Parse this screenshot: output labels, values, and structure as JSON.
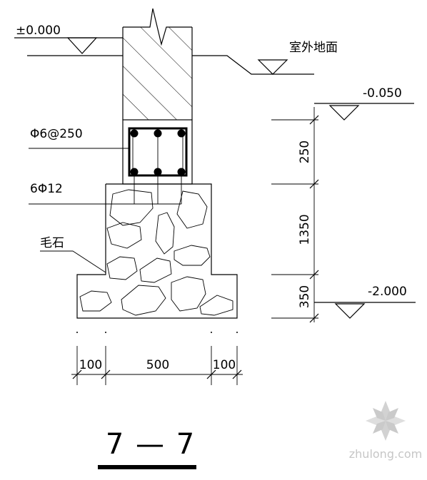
{
  "labels": {
    "elev_top": "±0.000",
    "outdoor_ground": "室外地面",
    "elev_ground": "-0.050",
    "stirrup": "Φ6@250",
    "main_bars": "6Φ12",
    "rubble": "毛石",
    "elev_bottom": "-2.000"
  },
  "vertical_dims": [
    "250",
    "1350",
    "350"
  ],
  "horizontal_dims": [
    "100",
    "500",
    "100"
  ],
  "section_title": "7 — 7",
  "watermark": {
    "text": "zhulong.com",
    "logo_color": "#c8c8c8"
  }
}
